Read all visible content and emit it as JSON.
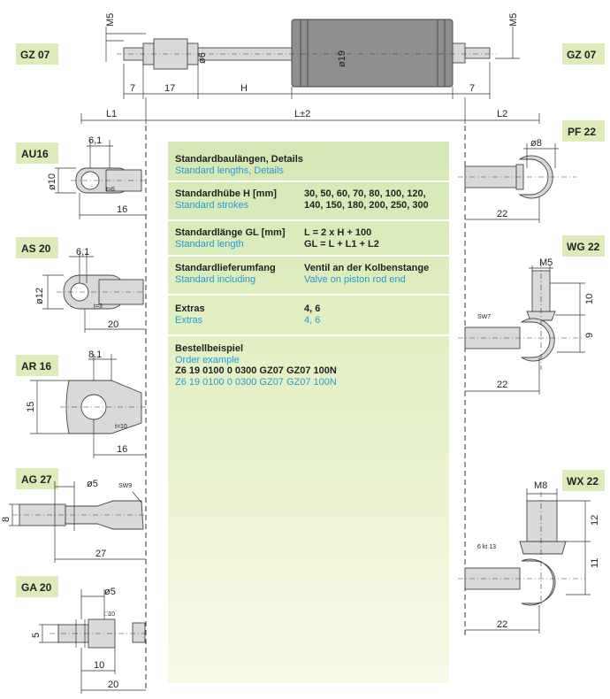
{
  "labels": {
    "gz07_left": "GZ 07",
    "gz07_right": "GZ 07",
    "pf22": "PF 22",
    "au16": "AU16",
    "as20": "AS 20",
    "wg22": "WG 22",
    "ar16": "AR 16",
    "ag27": "AG 27",
    "wx22": "WX 22",
    "ga20": "GA 20"
  },
  "dims": {
    "m5_left": "M5",
    "m5_right": "M5",
    "d6": "ø6",
    "d19": "ø19",
    "seg7_left": "7",
    "seg17": "17",
    "segH": "H",
    "seg7_right": "7",
    "L1": "L1",
    "L2": "L2",
    "Lpm2": "L±2",
    "au_61": "6,1",
    "au_d10": "ø10",
    "au_t6": "t=6",
    "au_16": "16",
    "as_61": "6,1",
    "as_d12": "ø12",
    "as_t3": "t=3",
    "as_20": "20",
    "ar_81": "8.1",
    "ar_15": "15",
    "ar_t10": "t=10",
    "ar_16": "16",
    "ag_d5": "ø5",
    "ag_sw9": "SW9",
    "ag_8": "8",
    "ag_27": "27",
    "ga_d5": "ø5",
    "ga_sq10": "□10",
    "ga_5": "5",
    "ga_10": "10",
    "ga_20": "20",
    "pf_d8": "ø8",
    "pf_22": "22",
    "wg_m5": "M5",
    "wg_10": "10",
    "wg_sw7": "SW7",
    "wg_9": "9",
    "wg_22": "22",
    "wx_m8": "M8",
    "wx_12": "12",
    "wx_6kt": "6 kt 13",
    "wx_11": "11",
    "wx_22": "22"
  },
  "info": [
    {
      "de": "Standardbaulängen, Details",
      "en": "Standard lengths, Details",
      "val_de": "",
      "val_en": ""
    },
    {
      "de": "Standardhübe H [mm]",
      "en": "Standard strokes",
      "val_de": "30, 50, 60, 70, 80, 100, 120,",
      "val_en": "140, 150, 180, 200, 250, 300"
    },
    {
      "de": "Standardlänge GL [mm]",
      "en": "Standard length",
      "val_de": "L = 2 x H + 100",
      "val_en": "GL = L + L1 + L2"
    },
    {
      "de": "Standardlieferumfang",
      "en": "Standard including",
      "val_de": "Ventil an der Kolbenstange",
      "val_en": "Valve on piston rod end"
    },
    {
      "de": "Extras",
      "en": "Extras",
      "val_de": "4, 6",
      "val_en": "4, 6"
    },
    {
      "de": "Bestellbeispiel",
      "en": "Order example",
      "val_de": "Z6 19 0100 0 0300 GZ07 GZ07 100N",
      "val_en": "Z6 19 0100 0 0300 GZ07 GZ07 100N"
    }
  ],
  "colors": {
    "label_bg": "#dcebb9",
    "english_text": "#1f9bd7",
    "panel_top": "#d3e8b4"
  }
}
